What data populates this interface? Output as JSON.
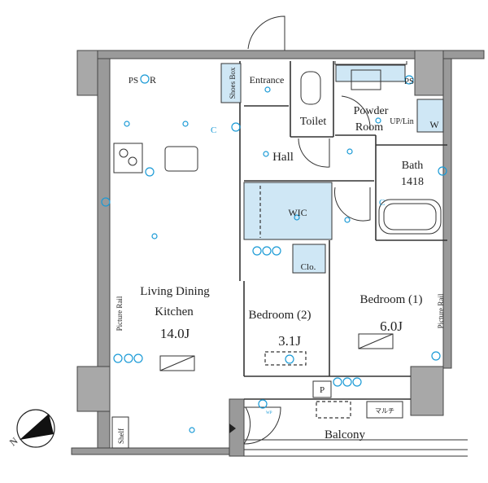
{
  "rooms": {
    "ldk": {
      "line1": "Living Dining",
      "line2": "Kitchen",
      "size": "14.0J"
    },
    "bedroom2": {
      "name": "Bedroom (2)",
      "size": "3.1J"
    },
    "bedroom1": {
      "name": "Bedroom (1)",
      "size": "6.0J"
    },
    "hall": "Hall",
    "entrance": "Entrance",
    "shoes_box": "Shoes Box",
    "toilet": "Toilet",
    "powder": {
      "line1": "Powder",
      "line2": "Room"
    },
    "up_lin": "UP/Lin",
    "washer": "W",
    "bath": {
      "name": "Bath",
      "size": "1418"
    },
    "wic": "WIC",
    "closet": "Clo.",
    "balcony": "Balcony",
    "shelf": "Shelf",
    "ps_left": "PS",
    "ps_right": "PS",
    "refrigerator": "R",
    "pipe": "P",
    "multi": "マルチ",
    "picture_rail_left": "Picture Rail",
    "picture_rail_right": "Picture Rail"
  },
  "compass": {
    "north": "N"
  },
  "symbols": {
    "c1": "C",
    "c2": "C",
    "wp": "WP"
  },
  "colors": {
    "accent": "#1a9ad6",
    "wall": "#9a9a9a",
    "storage": "#cfe7f5"
  }
}
